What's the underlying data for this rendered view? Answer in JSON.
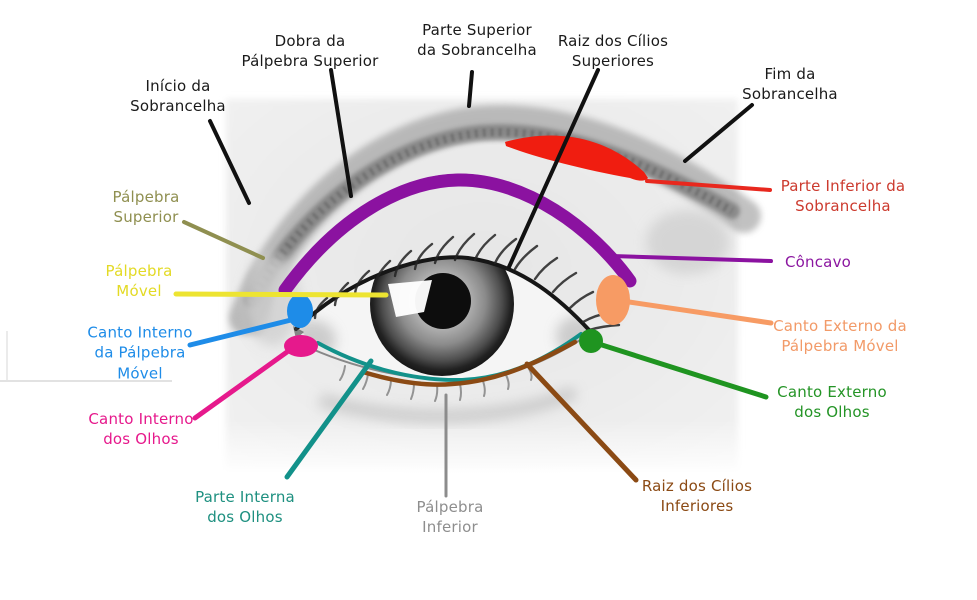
{
  "diagram": {
    "labels": [
      {
        "id": "inicio-da-sobrancelha",
        "lines": [
          "Início da",
          "Sobrancelha"
        ],
        "color": "#1A1A1A"
      },
      {
        "id": "dobra-da-palpebra-superior",
        "lines": [
          "Dobra da",
          "Pálpebra Superior"
        ],
        "color": "#1A1A1A"
      },
      {
        "id": "parte-superior-da-sobrancelha",
        "lines": [
          "Parte Superior",
          "da Sobrancelha"
        ],
        "color": "#1A1A1A"
      },
      {
        "id": "raiz-dos-cilios-superiores",
        "lines": [
          "Raiz dos Cílios",
          "Superiores"
        ],
        "color": "#1A1A1A"
      },
      {
        "id": "fim-da-sobrancelha",
        "lines": [
          "Fim da",
          "Sobrancelha"
        ],
        "color": "#1A1A1A"
      },
      {
        "id": "palpebra-superior",
        "lines": [
          "Pálpebra",
          "Superior"
        ],
        "color": "#8F8F50"
      },
      {
        "id": "palpebra-movel",
        "lines": [
          "Pálpebra",
          "Móvel"
        ],
        "color": "#E3DA25"
      },
      {
        "id": "canto-interno-da-palpebra-movel",
        "lines": [
          "Canto Interno",
          "da Pálpebra",
          "Móvel"
        ],
        "color": "#1E8CE8"
      },
      {
        "id": "canto-interno-dos-olhos",
        "lines": [
          "Canto Interno",
          "dos Olhos"
        ],
        "color": "#E6198C"
      },
      {
        "id": "parte-interna-dos-olhos",
        "lines": [
          "Parte Interna",
          "dos Olhos"
        ],
        "color": "#1E9080"
      },
      {
        "id": "palpebra-inferior",
        "lines": [
          "Pálpebra",
          "Inferior"
        ],
        "color": "#8E8E8E"
      },
      {
        "id": "raiz-dos-cilios-inferiores",
        "lines": [
          "Raiz dos Cílios",
          "Inferiores"
        ],
        "color": "#8B4A14"
      },
      {
        "id": "canto-externo-dos-olhos",
        "lines": [
          "Canto Externo",
          "dos Olhos"
        ],
        "color": "#249426"
      },
      {
        "id": "canto-externo-da-palpebra-movel",
        "lines": [
          "Canto Externo da",
          "Pálpebra Móvel"
        ],
        "color": "#F29A68"
      },
      {
        "id": "concavo",
        "lines": [
          "Côncavo"
        ],
        "color": "#8B16A0"
      },
      {
        "id": "parte-inferior-da-sobrancelha",
        "lines": [
          "Parte Inferior da",
          "Sobrancelha"
        ],
        "color": "#CC3A2E"
      }
    ],
    "markers": [
      {
        "for": "concavo",
        "shape": "thick-arc-above-crease",
        "color": "#8B12A0"
      },
      {
        "for": "parte-inferior-da-sobrancelha",
        "shape": "sliver-under-brow",
        "color": "#F01D10"
      },
      {
        "for": "canto-interno-da-palpebra-movel",
        "shape": "ellipse",
        "color": "#1E8CE8"
      },
      {
        "for": "canto-interno-dos-olhos",
        "shape": "ellipse",
        "color": "#E6198C"
      },
      {
        "for": "canto-externo-da-palpebra-movel",
        "shape": "ellipse",
        "color": "#F79B64"
      },
      {
        "for": "canto-externo-dos-olhos",
        "shape": "circle",
        "color": "#1F9420"
      },
      {
        "for": "parte-interna-dos-olhos",
        "shape": "curve-lower-waterline",
        "color": "#12918A"
      },
      {
        "for": "raiz-dos-cilios-inferiores",
        "shape": "curve-lower-lashline",
        "color": "#8B4A14"
      }
    ]
  }
}
